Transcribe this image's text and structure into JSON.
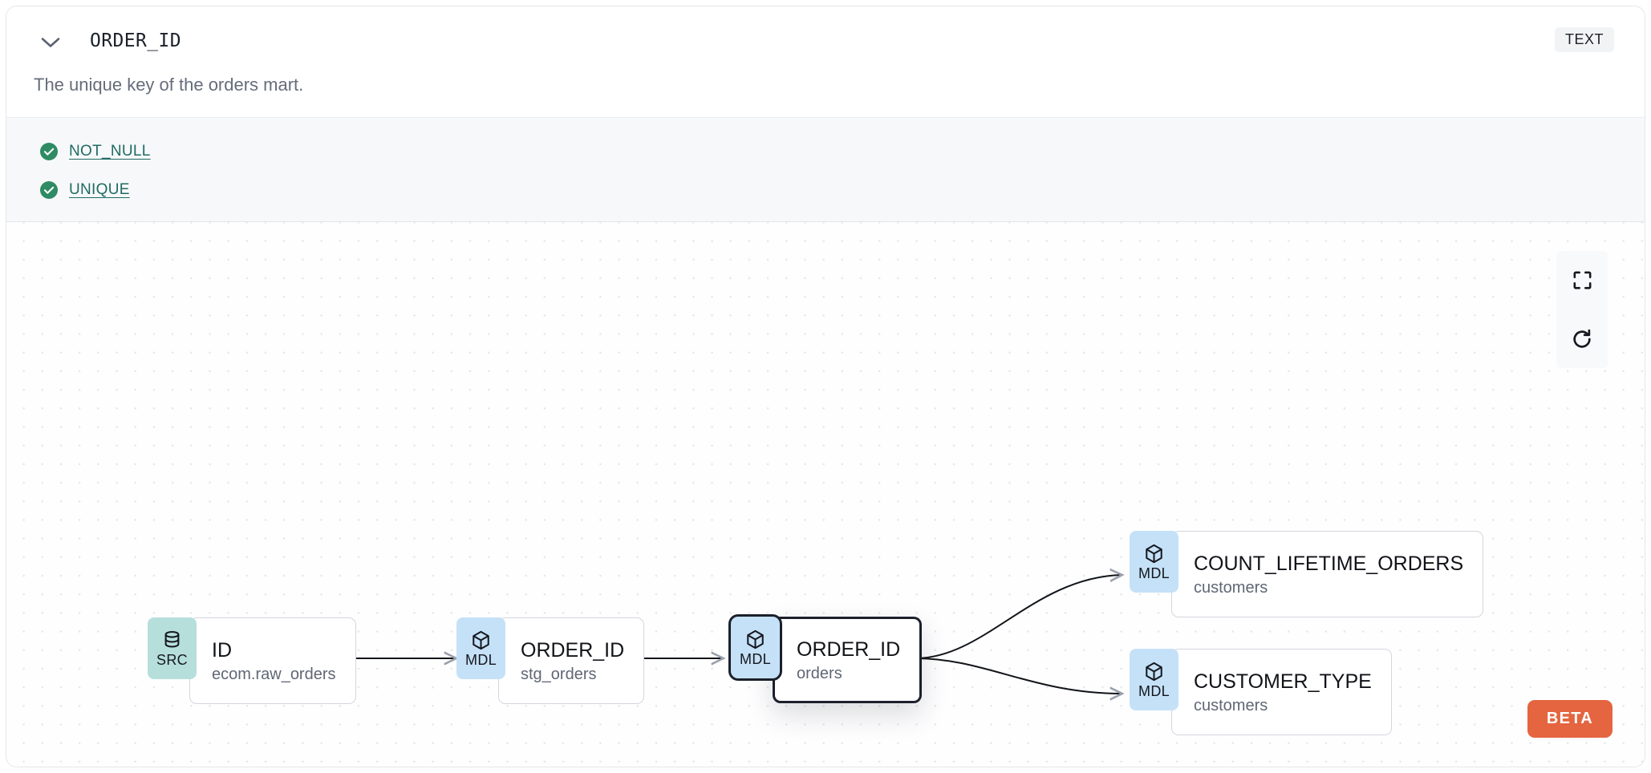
{
  "header": {
    "collapse_icon": "chevron-down-icon",
    "column_name": "ORDER_ID",
    "data_type_badge": "TEXT",
    "description": "The unique key of the orders mart."
  },
  "tests": {
    "items": [
      {
        "status_icon": "check-circle-icon",
        "label": "NOT_NULL",
        "status": "pass"
      },
      {
        "status_icon": "check-circle-icon",
        "label": "UNIQUE",
        "status": "pass"
      }
    ]
  },
  "lineage": {
    "controls": [
      {
        "icon": "fit-view-icon",
        "name": "fit-view-button"
      },
      {
        "icon": "refresh-icon",
        "name": "refresh-button"
      }
    ],
    "beta_label": "BETA",
    "nodes": [
      {
        "badge": "SRC",
        "badge_icon": "database-icon",
        "name": "ID",
        "sub": "ecom.raw_orders",
        "selected": false
      },
      {
        "badge": "MDL",
        "badge_icon": "cube-icon",
        "name": "ORDER_ID",
        "sub": "stg_orders",
        "selected": false
      },
      {
        "badge": "MDL",
        "badge_icon": "cube-icon",
        "name": "ORDER_ID",
        "sub": "orders",
        "selected": true
      },
      {
        "badge": "MDL",
        "badge_icon": "cube-icon",
        "name": "COUNT_LIFETIME_ORDERS",
        "sub": "customers",
        "selected": false
      },
      {
        "badge": "MDL",
        "badge_icon": "cube-icon",
        "name": "CUSTOMER_TYPE",
        "sub": "customers",
        "selected": false
      }
    ]
  },
  "colors": {
    "src_badge": "#b6dfdc",
    "mdl_badge": "#c5e1f7",
    "test_pass": "#2e8b63",
    "test_link": "#1f6b62",
    "beta": "#e4653f",
    "selected_border": "#1b202b",
    "tests_background": "#f7f8fa"
  }
}
